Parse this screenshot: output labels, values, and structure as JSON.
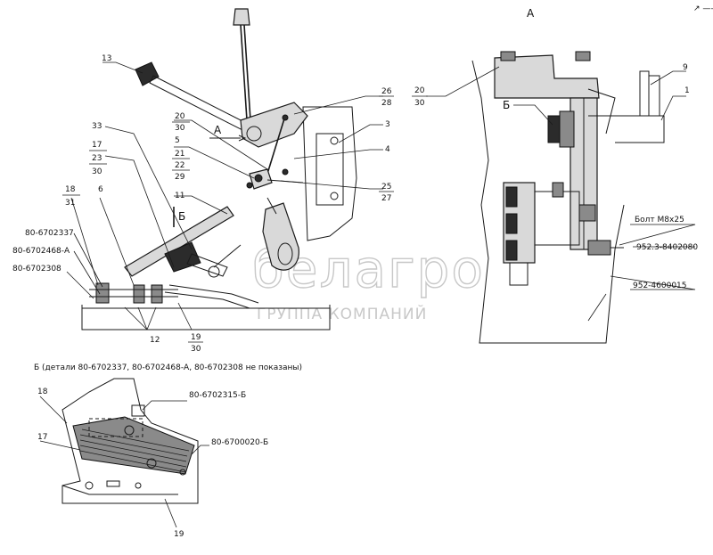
{
  "corner_mark": "↗ ——",
  "view_a_title": "А",
  "view_b_title": "Б",
  "view_b_caption": "Б (детали 80-6702337, 80-6702468-А, 80-6702308 не показаны)",
  "watermark": {
    "brand": "белагро",
    "subtitle": "ГРУППА КОМПАНИЙ"
  },
  "main_view_labels": {
    "n13": "13",
    "n33": "33",
    "n17": "17",
    "n23": "23",
    "n30a": "30",
    "n18": "18",
    "n31": "31",
    "n6": "6",
    "p6702337": "80-6702337",
    "p6702468": "80-6702468-А",
    "p6702308": "80-6702308",
    "n20": "20",
    "n30b": "30",
    "n5": "5",
    "n21": "21",
    "n22": "22",
    "n29": "29",
    "n11": "11",
    "n26": "26",
    "n28": "28",
    "n3": "3",
    "n4": "4",
    "n25": "25",
    "n27": "27",
    "arrow_a": "А",
    "arrow_b": "Б",
    "n12": "12",
    "n19": "19",
    "n30c": "30"
  },
  "view_a_labels": {
    "n20": "20",
    "n30": "30",
    "b": "Б",
    "n9": "9",
    "n1": "1",
    "bolt": "Болт М8x25",
    "p952_3": "952.3-8402080",
    "p952": "952-4600015"
  },
  "view_b_labels": {
    "n18": "18",
    "n17": "17",
    "n19": "19",
    "p6702315": "80-6702315-Б",
    "p6700020": "80-6700020-Б"
  }
}
